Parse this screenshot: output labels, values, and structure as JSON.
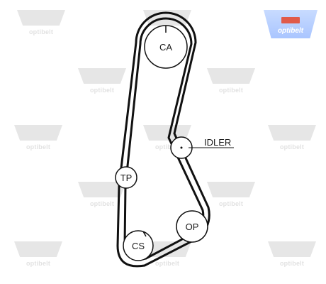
{
  "watermark": {
    "text": "optibelt"
  },
  "logo": {
    "text": "optibelt"
  },
  "diagram": {
    "pulleys": [
      {
        "id": "ca",
        "label": "CA"
      },
      {
        "id": "idler",
        "label": ""
      },
      {
        "id": "tp",
        "label": "TP"
      },
      {
        "id": "op",
        "label": "OP"
      },
      {
        "id": "cs",
        "label": "CS"
      }
    ],
    "callout_label": "IDLER"
  }
}
